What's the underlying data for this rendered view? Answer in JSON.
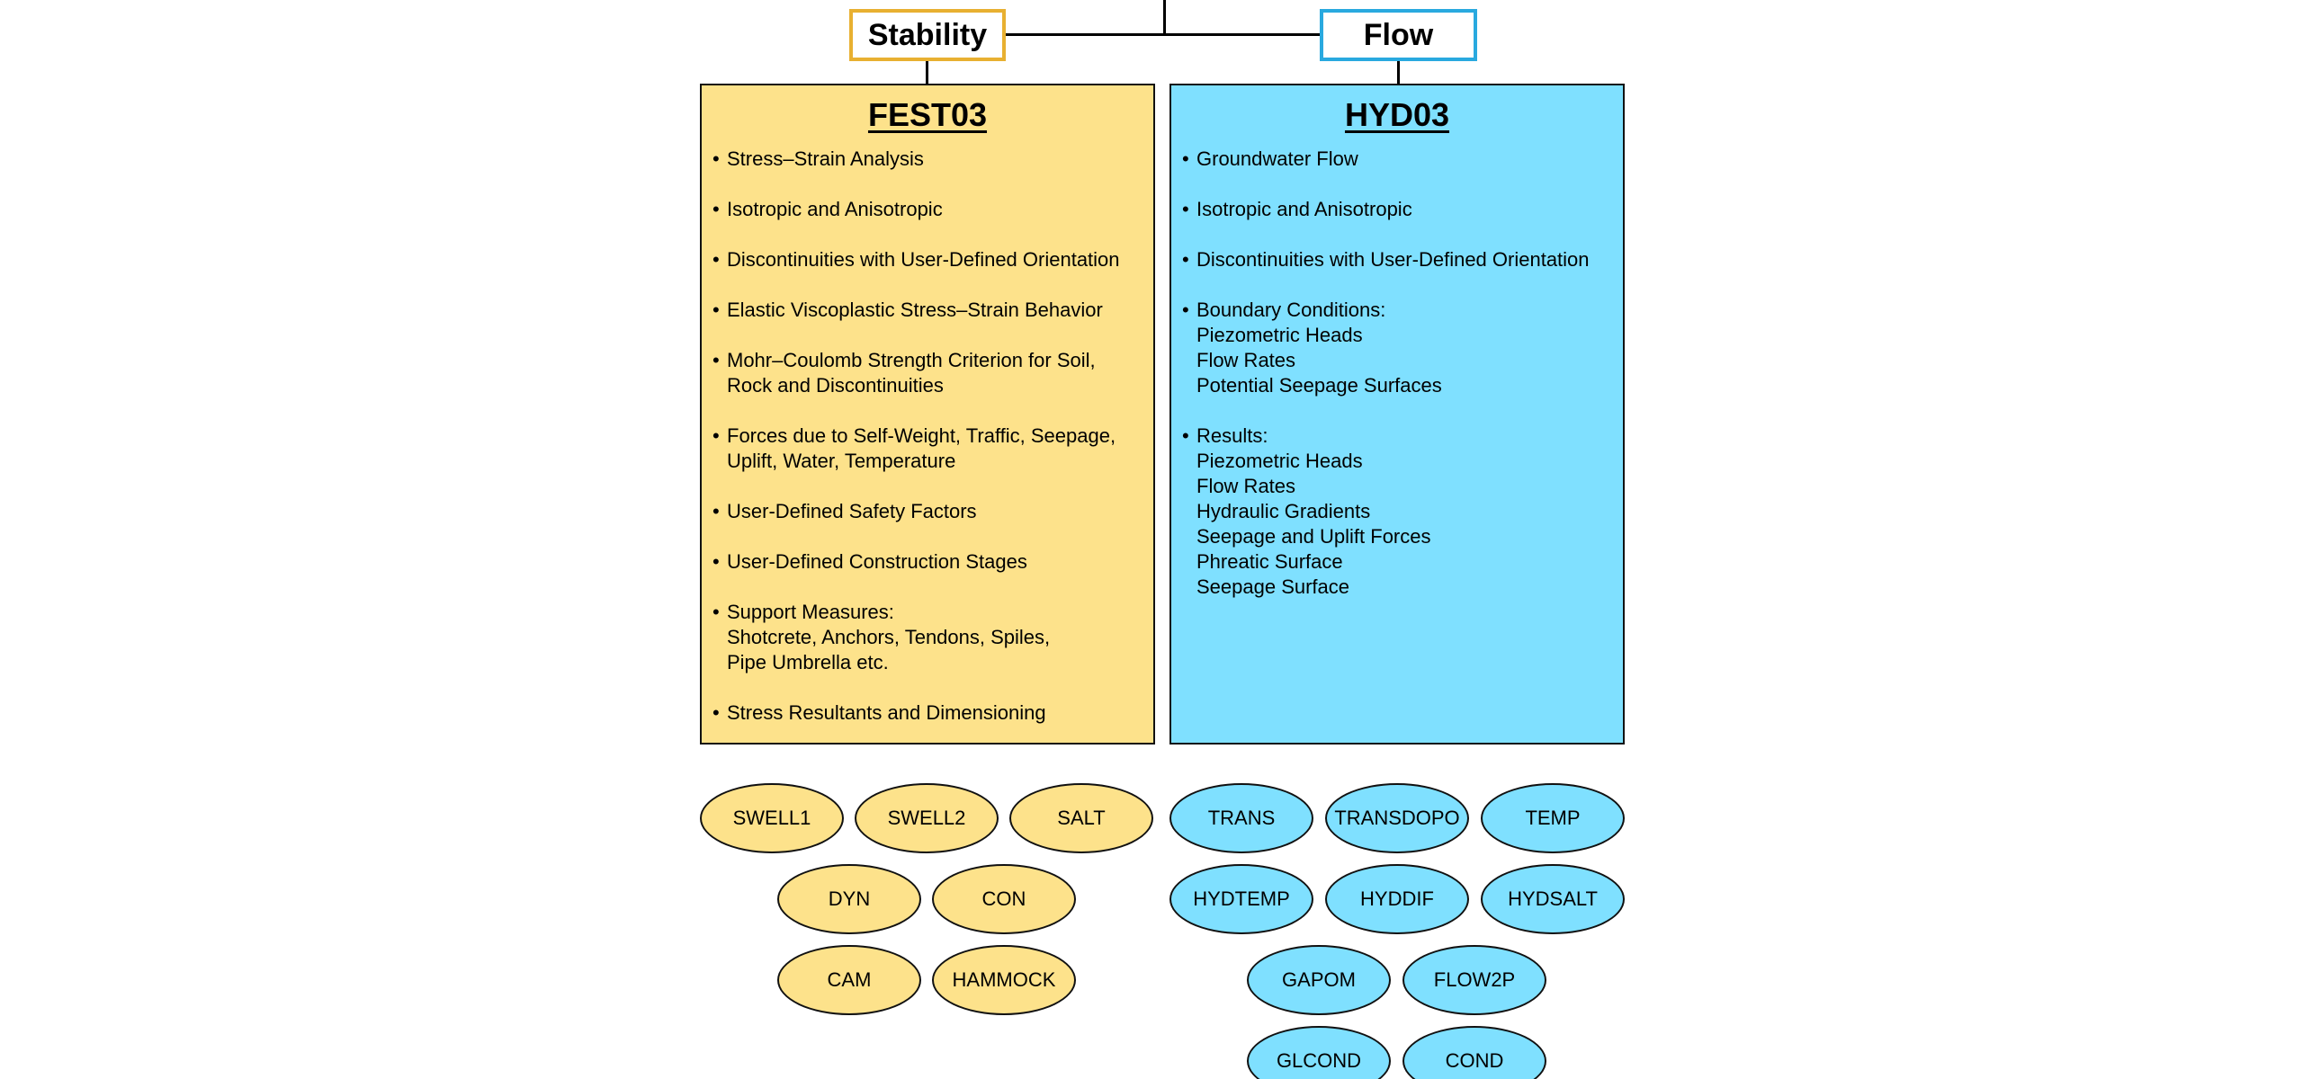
{
  "headers": {
    "stability": "Stability",
    "flow": "Flow"
  },
  "fest03": {
    "title": "FEST03",
    "bullets": [
      {
        "lines": [
          "Stress–Strain Analysis"
        ]
      },
      {
        "lines": [
          "Isotropic and Anisotropic"
        ]
      },
      {
        "lines": [
          "Discontinuities with User-Defined Orientation"
        ]
      },
      {
        "lines": [
          "Elastic Viscoplastic Stress–Strain Behavior"
        ]
      },
      {
        "lines": [
          "Mohr–Coulomb Strength Criterion for Soil,",
          "Rock and Discontinuities"
        ]
      },
      {
        "lines": [
          "Forces due to Self-Weight, Traffic, Seepage,",
          "Uplift, Water, Temperature"
        ]
      },
      {
        "lines": [
          "User-Defined Safety Factors"
        ]
      },
      {
        "lines": [
          "User-Defined Construction Stages"
        ]
      },
      {
        "lines": [
          "Support Measures:",
          "Shotcrete, Anchors, Tendons, Spiles,",
          "Pipe Umbrella etc."
        ]
      },
      {
        "lines": [
          "Stress Resultants and Dimensioning"
        ]
      }
    ],
    "modules": [
      "SWELL1",
      "SWELL2",
      "SALT",
      "DYN",
      "CON",
      "CAM",
      "HAMMOCK"
    ]
  },
  "hyd03": {
    "title": "HYD03",
    "bullets": [
      {
        "lines": [
          "Groundwater Flow"
        ]
      },
      {
        "lines": [
          "Isotropic and Anisotropic"
        ]
      },
      {
        "lines": [
          "Discontinuities with User-Defined Orientation"
        ]
      },
      {
        "lines": [
          "Boundary Conditions:",
          "Piezometric Heads",
          "Flow Rates",
          "Potential Seepage Surfaces"
        ]
      },
      {
        "lines": [
          "Results:",
          "Piezometric Heads",
          "Flow Rates",
          "Hydraulic Gradients",
          "Seepage and Uplift Forces",
          "Phreatic Surface",
          "Seepage Surface"
        ]
      }
    ],
    "modules": [
      "TRANS",
      "TRANSDOPO",
      "TEMP",
      "HYDTEMP",
      "HYDDIF",
      "HYDSALT",
      "GAPOM",
      "FLOW2P",
      "GLCOND",
      "COND"
    ]
  },
  "colors": {
    "stability_border": "#e8b031",
    "flow_border": "#29a9df",
    "fest_fill": "#fde28b",
    "hyd_fill": "#7fe0ff"
  }
}
